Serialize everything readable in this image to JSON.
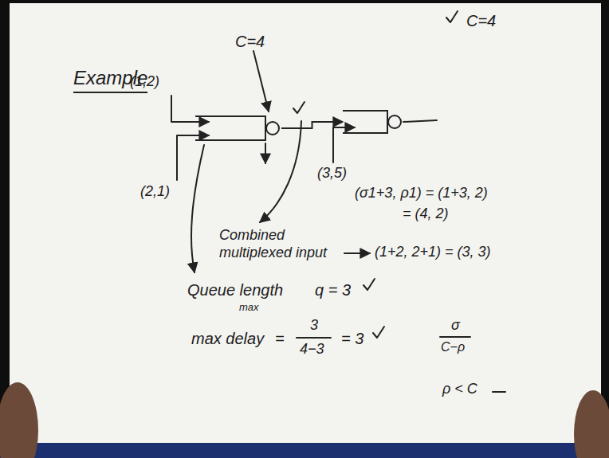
{
  "diagram": {
    "title": "Example",
    "nodes": [
      {
        "text": [
          "C=4"
        ]
      },
      {
        "text": [
          "C=4"
        ]
      }
    ],
    "edges": [
      {
        "from": 0,
        "to": 1,
        "arrow": "to"
      }
    ],
    "labels": [
      "(1,2)",
      "(2,1)",
      "(3,5)",
      "(σ1+3, ρ1) = (1+3, 2)",
      "= (4, 2)",
      "Combined multiplexed input",
      "(1+2, 2+1) = (3, 3)",
      "Queue length",
      "max",
      "q = 3",
      "max delay",
      "=",
      "3",
      "4−3",
      "= 3",
      "σ",
      "C−ρ",
      "ρ < C"
    ]
  }
}
